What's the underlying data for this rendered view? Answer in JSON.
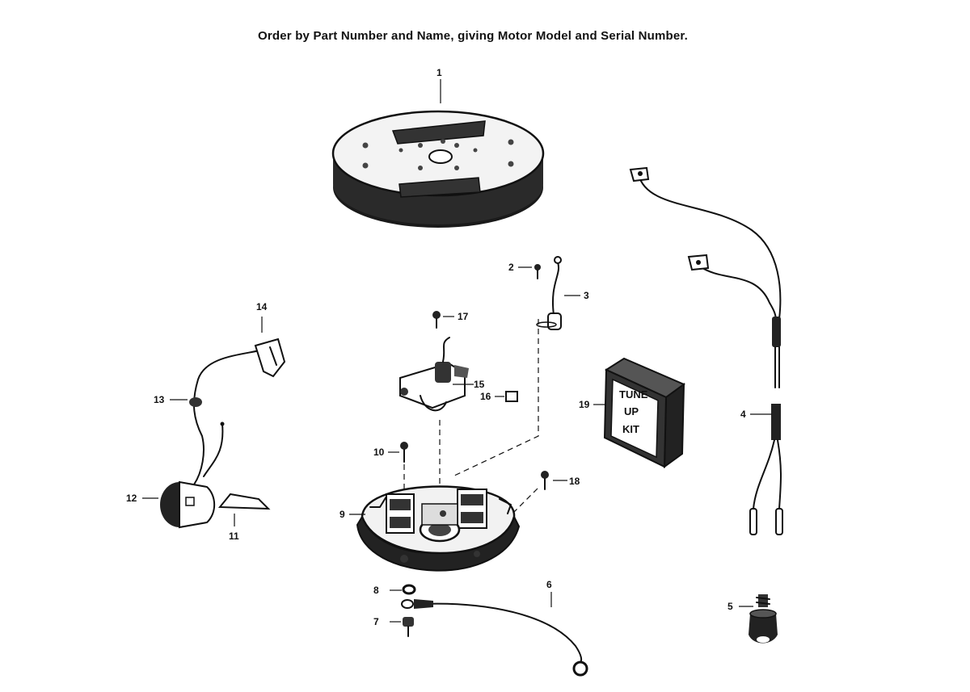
{
  "header": {
    "text": "Order by Part Number and Name, giving Motor Model and Serial Number."
  },
  "kit_label": {
    "line1": "TUNE",
    "line2": "UP",
    "line3": "KIT"
  },
  "callouts": [
    "1",
    "2",
    "3",
    "4",
    "5",
    "6",
    "7",
    "8",
    "9",
    "10",
    "11",
    "12",
    "13",
    "14",
    "15",
    "16",
    "17",
    "18",
    "19"
  ]
}
